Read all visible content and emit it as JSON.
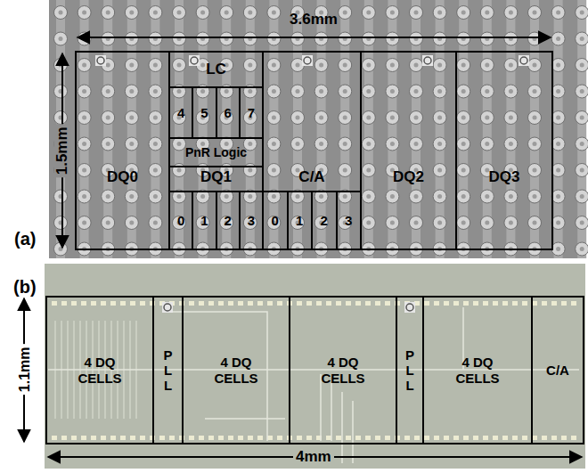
{
  "diagram": {
    "nodes": [
      {
        "text": [
          "DQ0"
        ]
      },
      {
        "text": [
          "DQ1"
        ]
      },
      {
        "text": [
          "LC"
        ],
        "in": 1
      },
      {
        "text": [
          "4"
        ],
        "in": 1
      },
      {
        "text": [
          "5"
        ],
        "in": 1
      },
      {
        "text": [
          "6"
        ],
        "in": 1
      },
      {
        "text": [
          "7"
        ],
        "in": 1
      },
      {
        "text": [
          "PnR Logic"
        ],
        "in": 1
      },
      {
        "text": [
          "0"
        ],
        "in": 1
      },
      {
        "text": [
          "1"
        ],
        "in": 1
      },
      {
        "text": [
          "2"
        ],
        "in": 1
      },
      {
        "text": [
          "3"
        ],
        "in": 1
      },
      {
        "text": [
          "C/A"
        ]
      },
      {
        "text": [
          "0"
        ],
        "in": 12
      },
      {
        "text": [
          "1"
        ],
        "in": 12
      },
      {
        "text": [
          "2"
        ],
        "in": 12
      },
      {
        "text": [
          "3"
        ],
        "in": 12
      },
      {
        "text": [
          "DQ2"
        ]
      },
      {
        "text": [
          "DQ3"
        ]
      },
      {
        "text": [
          "4 DQ CELLS"
        ]
      },
      {
        "text": [
          "PLL"
        ]
      },
      {
        "text": [
          "4 DQ CELLS"
        ]
      },
      {
        "text": [
          "4 DQ CELLS"
        ]
      },
      {
        "text": [
          "PLL"
        ]
      },
      {
        "text": [
          "4 DQ CELLS"
        ]
      },
      {
        "text": [
          "C/A"
        ]
      }
    ],
    "labels": [
      "3.6mm",
      "1.5mm",
      "(a)",
      "(b)",
      "1.1mm",
      "4mm"
    ]
  }
}
